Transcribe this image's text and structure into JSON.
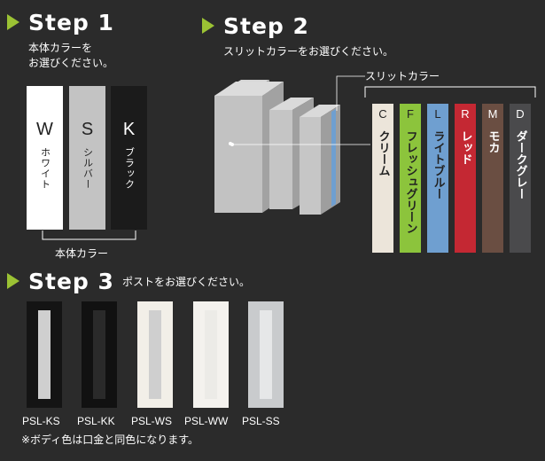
{
  "step1": {
    "title": "Step 1",
    "desc_line1": "本体カラーを",
    "desc_line2": "お選びください。",
    "bracket_label": "本体カラー",
    "colors": [
      {
        "code": "W",
        "name": "ホワイト",
        "bg": "#ffffff",
        "fg": "#222222"
      },
      {
        "code": "S",
        "name": "シルバー",
        "bg": "#c3c3c3",
        "fg": "#222222"
      },
      {
        "code": "K",
        "name": "ブラック",
        "bg": "#1b1b1b",
        "fg": "#ffffff"
      }
    ]
  },
  "step2": {
    "title": "Step 2",
    "desc": "スリットカラーをお選びください。",
    "bracket_label": "スリットカラー",
    "colors": [
      {
        "code": "C",
        "name": "クリーム",
        "bg": "#ece5da",
        "fg": "#222222"
      },
      {
        "code": "F",
        "name": "フレッシュグリーン",
        "bg": "#8cc43c",
        "fg": "#222222"
      },
      {
        "code": "L",
        "name": "ライトブルー",
        "bg": "#6f9fd0",
        "fg": "#222222"
      },
      {
        "code": "R",
        "name": "レッド",
        "bg": "#c42833",
        "fg": "#ffffff"
      },
      {
        "code": "M",
        "name": "モカ",
        "bg": "#6a4e42",
        "fg": "#ffffff"
      },
      {
        "code": "D",
        "name": "ダークグレー",
        "bg": "#4a4a4c",
        "fg": "#ffffff"
      }
    ]
  },
  "step3": {
    "title": "Step 3",
    "desc": "ポストをお選びください。",
    "note": "※ボディ色は口金と同色になります。",
    "posts": [
      {
        "label": "PSL-KS",
        "body": "#141414",
        "slot": "#cfcfcf"
      },
      {
        "label": "PSL-KK",
        "body": "#111111",
        "slot": "#2a2a2a"
      },
      {
        "label": "PSL-WS",
        "body": "#f2efe8",
        "slot": "#cfcfcf"
      },
      {
        "label": "PSL-WW",
        "body": "#f4f2ee",
        "slot": "#ecebe7"
      },
      {
        "label": "PSL-SS",
        "body": "#c9cbcd",
        "slot": "#e6e7e8"
      }
    ]
  },
  "accent_color": "#9bc234"
}
